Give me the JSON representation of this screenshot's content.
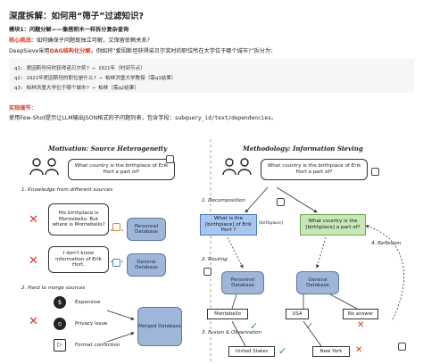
{
  "header": {
    "title": "深度拆解：如何用“筛子”过滤知识?",
    "module_line": "模块1：问题分解——像搭积木一样拆分复杂查询",
    "challenge_label": "核心挑战：",
    "challenge_text": "如何确保子问题既独立可解，又保留依赖关系?",
    "method_prefix": "DeepSieve采用",
    "method_highlight": "DAG结构化分解",
    "method_suffix": "。例如将“爱因斯坦获得诺贝尔奖时的职位所在大学位于哪个城市?”拆分为："
  },
  "code_lines": [
    "q1: 爱因斯坦何时获得诺贝尔奖? → 1921年（时间节点）",
    "q2: 1921年爱因斯坦的职位是什么? → 柏林洪堡大学教授（需q1结果）",
    "q3: 柏林洪堡大学位于哪个城市? → 柏林（需q2结果）"
  ],
  "impl": {
    "label": "实现细节：",
    "text_prefix": "使用Few-Shot提示让LLM输出JSON格式的子问题列表，包含字段：",
    "fields": "subquery_id/text/dependencies",
    "text_suffix": "。"
  },
  "figure": {
    "left_title": "Motivation: Source Heterogeneity",
    "right_title": "Methodology: Information Sieving",
    "question": "What country is the birthplace of Erik Hort a part of?",
    "left_steps": {
      "step1": "1. Knowledge from different sources",
      "step2": "2. Hard to merge sources"
    },
    "left_bubbles": {
      "b1": "His birthplace is Montebello. But where is Montebello?",
      "b2": "I don't know information of Erik Hort."
    },
    "left_dbs": {
      "personnel": "Personnel Database",
      "general": "General Database",
      "merged": "Merged Database"
    },
    "problems": [
      "Expensive",
      "Privacy Issue",
      "Format confliction"
    ],
    "right_steps": {
      "decomp": "1. Decomposition",
      "routing": "2. Routing",
      "fusion": "3. Fusion & Observation",
      "reflexion": "4. Reflexion"
    },
    "subq1": "What is the [birthplace] of Erik Hort ?",
    "subq2": "What country is the [birthplace] a part of?",
    "dep_label": "[birthplace]",
    "right_dbs": {
      "personnel": "Personnel Database",
      "general": "General Database"
    },
    "answers_mid": [
      "Montebello",
      "USA",
      "No answer"
    ],
    "answers_final": [
      "United States",
      "New York"
    ],
    "colors": {
      "cross": "#d0392b",
      "check": "#2e9d3a",
      "db_blue": "#9fb6d8",
      "box_blue": "#a9c7ee",
      "box_green": "#c9e8b9"
    }
  }
}
